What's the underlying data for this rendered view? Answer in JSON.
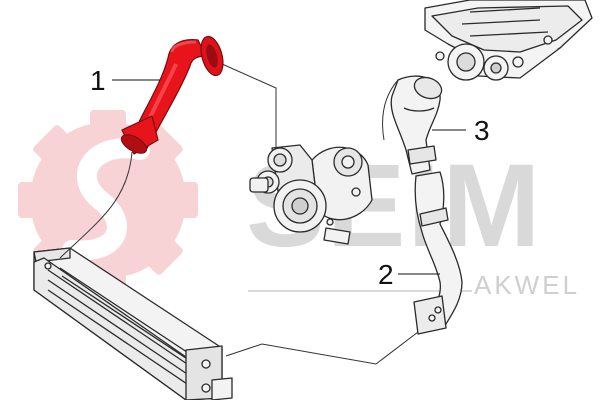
{
  "callouts": {
    "c1": "1",
    "c2": "2",
    "c3": "3"
  },
  "watermark": {
    "wordmark": "SEIM",
    "subbrand": "AKWEL",
    "logo_icon": "gear-s-logo-icon"
  },
  "parts": {
    "highlighted_part_color": "#e8141c",
    "outline_color": "#2a2a2a",
    "watermark_gear_color": "#f6c9cb",
    "watermark_text_color": "#d9d9d9"
  }
}
